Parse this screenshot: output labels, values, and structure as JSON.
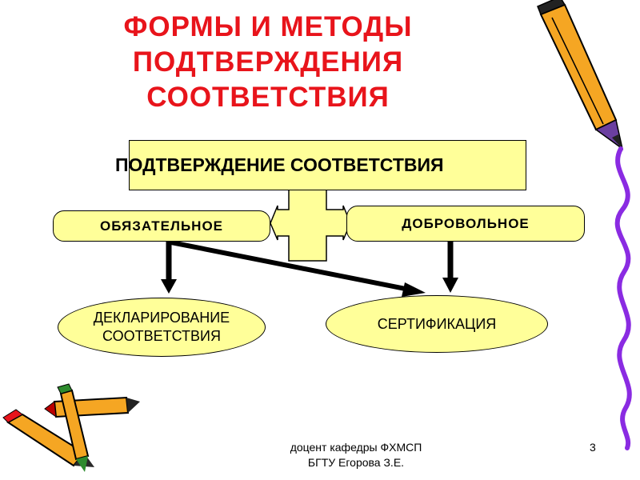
{
  "title": {
    "line1": "ФОРМЫ И МЕТОДЫ",
    "line2": "ПОДТВЕРЖДЕНИЯ",
    "line3": "СООТВЕТСТВИЯ"
  },
  "diagram": {
    "main": "ПОДТВЕРЖДЕНИЕ СООТВЕТСТВИЯ",
    "mandatory": "ОБЯЗАТЕЛЬНОЕ",
    "voluntary": "ДОБРОВОЛЬНОЕ",
    "declaration_line1": "ДЕКЛАРИРОВАНИЕ",
    "declaration_line2": "СООТВЕТСТВИЯ",
    "certification": "СЕРТИФИКАЦИЯ"
  },
  "footer": {
    "line1": "доцент кафедры ФХМСП",
    "line2": "БГТУ Егорова З.Е.",
    "page_number": "3"
  },
  "colors": {
    "title": "#e8141b",
    "box_fill": "#ffff99",
    "pencil_body": "#f5a623",
    "squiggle": "#8a2be2"
  },
  "icons": [
    "pencil-icon",
    "pencils-icon",
    "squiggle-decoration"
  ]
}
